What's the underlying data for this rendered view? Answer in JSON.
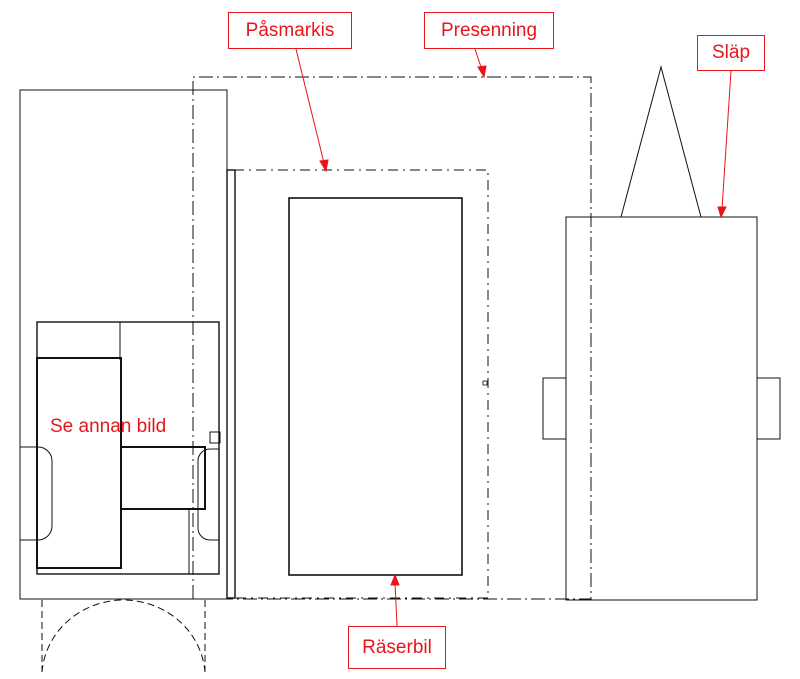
{
  "labels": {
    "pasmarkis": "Påsmarkis",
    "presenning": "Presenning",
    "slap": "Släp",
    "raserbil": "Räserbil",
    "se_annan_bild": "Se annan bild"
  },
  "colors": {
    "annotation": "#e8151b",
    "linework": "#111111"
  }
}
